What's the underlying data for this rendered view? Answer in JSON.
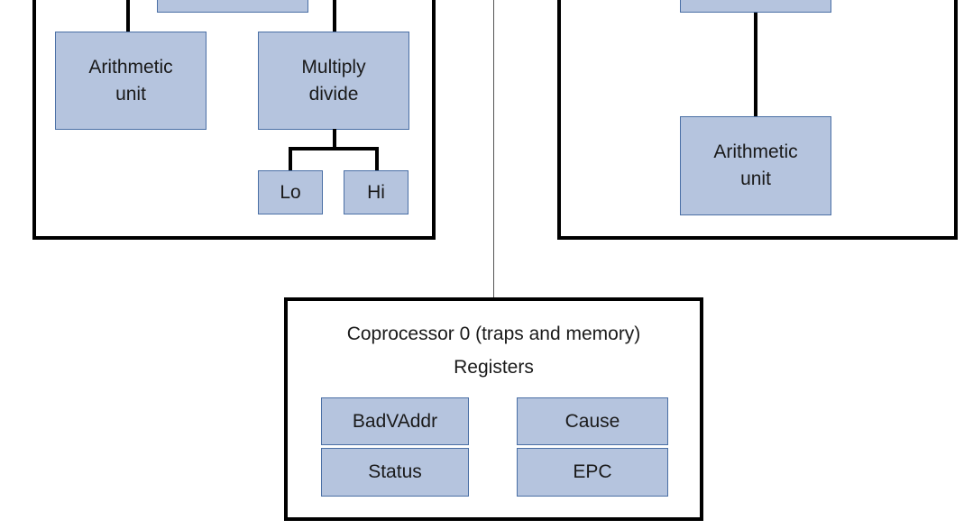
{
  "left_unit": {
    "arithmetic_unit": "Arithmetic\nunit",
    "multiply_divide": "Multiply\ndivide",
    "lo": "Lo",
    "hi": "Hi"
  },
  "right_unit": {
    "arithmetic_unit": "Arithmetic\nunit"
  },
  "coprocessor0": {
    "title": "Coprocessor 0 (traps and memory)",
    "subtitle": "Registers",
    "registers": [
      "BadVAddr",
      "Cause",
      "Status",
      "EPC"
    ]
  },
  "colors": {
    "box_fill": "#b5c4de",
    "box_border": "#4a6fa5",
    "frame": "#000000"
  }
}
